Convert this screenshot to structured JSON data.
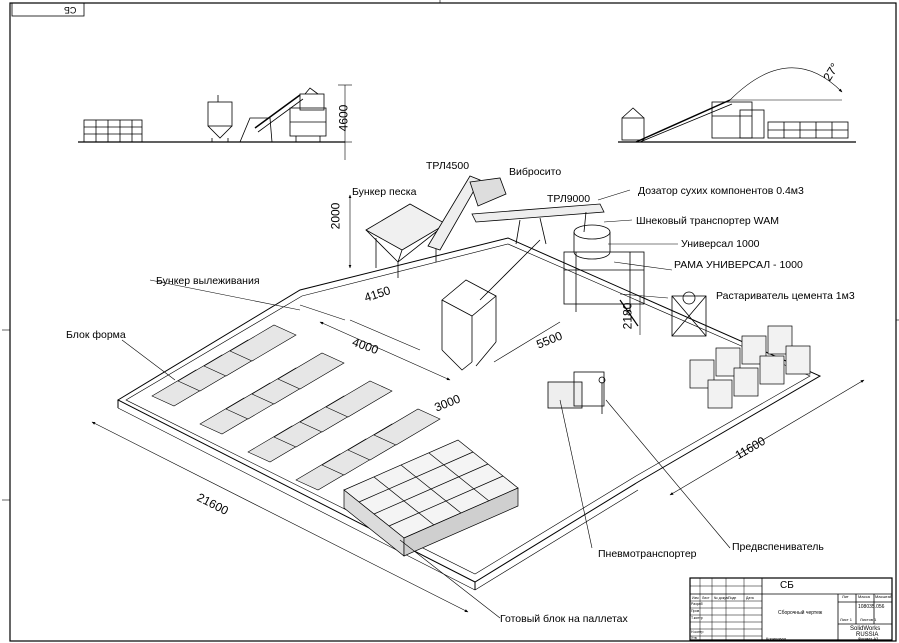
{
  "corner_code": "СБ",
  "labels": {
    "trl4500": "ТРЛ4500",
    "vibrosito": "Вибросито",
    "bunker_peska": "Бункер песка",
    "trl9000": "ТРЛ9000",
    "dozator": "Дозатор сухих компонентов 0.4м3",
    "shnek": "Шнековый транспортер WAM",
    "universal": "Универсал 1000",
    "rama": "РАМА УНИВЕРСАЛ - 1000",
    "bunker_vylezhivaniya": "Бункер вылеживания",
    "rastarivatel": "Растариватель цемента 1м3",
    "blok_forma": "Блок форма",
    "pnevmo": "Пневмотранспортер",
    "predvspen": "Предвспениватель",
    "gotovy_blok": "Готовый блок на паллетах"
  },
  "dimensions": {
    "d4600": "4600",
    "d27": "27°",
    "d2000": "2000",
    "d4150": "4150",
    "d4000": "4000",
    "d5500": "5500",
    "d2180": "2180",
    "d3000": "3000",
    "d11600": "11600",
    "d21600": "21600"
  },
  "title_block": {
    "code": "СБ",
    "doc_name": "Сборочный чертеж",
    "format_num": "108035.056",
    "software": "SolidWorks",
    "country": "RUSSIA",
    "col_lit": "Лит",
    "col_mass": "Масса",
    "col_scale": "Масштаб",
    "sheet": "Лист 1",
    "sheets": "Листов 1",
    "copied": "Копировал",
    "format": "Формат А3",
    "rows": [
      "Разраб",
      "Пров",
      "Т.контр",
      "",
      "Н.контр",
      "Утв"
    ],
    "head": [
      "Изм",
      "Лист",
      "№ докум",
      "Подп",
      "Дата"
    ]
  }
}
